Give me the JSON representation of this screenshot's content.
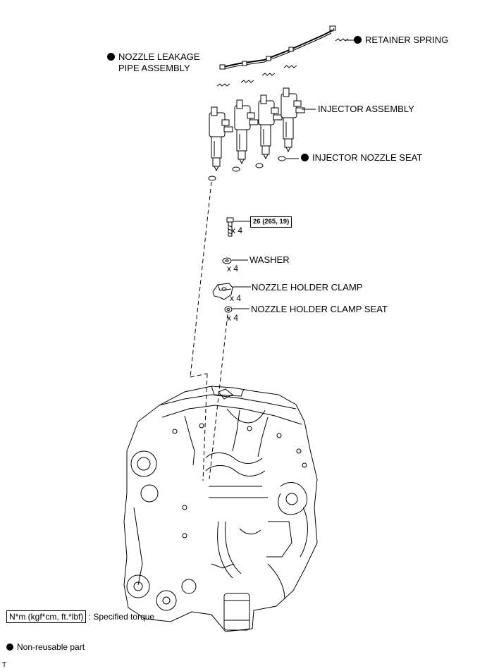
{
  "labels": {
    "retainer_spring": "RETAINER SPRING",
    "nozzle_leakage_line1": "NOZZLE LEAKAGE",
    "nozzle_leakage_line2": "PIPE ASSEMBLY",
    "injector_assembly": "INJECTOR ASSEMBLY",
    "injector_nozzle_seat": "INJECTOR NOZZLE SEAT",
    "washer": "WASHER",
    "nozzle_holder_clamp": "NOZZLE HOLDER CLAMP",
    "nozzle_holder_clamp_seat": "NOZZLE HOLDER CLAMP SEAT"
  },
  "torque": "26 (265, 19)",
  "quantities": {
    "bolt": "x 4",
    "washer": "x 4",
    "clamp": "x 4",
    "clamp_seat": "x 4"
  },
  "legend": {
    "torque_box": "N*m (kgf*cm, ft.*lbf)",
    "torque_text": ": Specified torque",
    "non_reusable": "Non-reusable part"
  },
  "corner_mark": "T"
}
